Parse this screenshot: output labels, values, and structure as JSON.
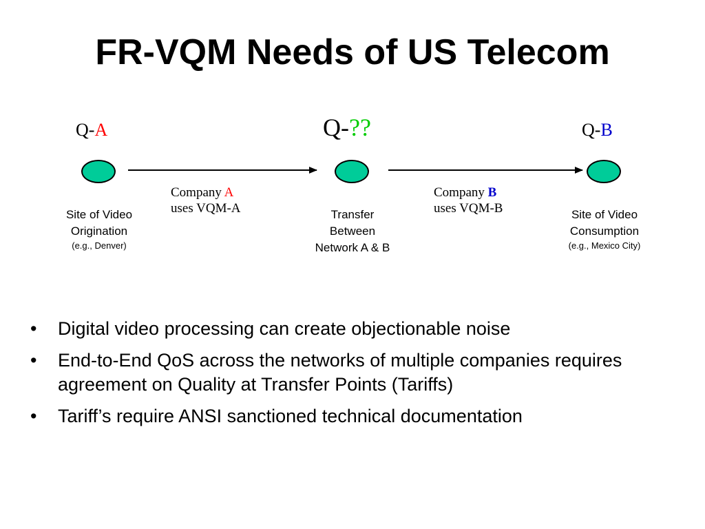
{
  "title": "FR-VQM Needs of US Telecom",
  "colors": {
    "node_fill": "#00cc99",
    "red": "#ff0000",
    "green": "#00cc00",
    "blue": "#0000cc"
  },
  "diagram": {
    "q_a": {
      "prefix": "Q-",
      "suffix": "A"
    },
    "q_mid": {
      "prefix": "Q-",
      "suffix": "??"
    },
    "q_b": {
      "prefix": "Q-",
      "suffix": "B"
    },
    "company_a": {
      "prefix": "Company ",
      "letter": "A",
      "line2": "uses VQM-A"
    },
    "company_b": {
      "prefix": "Company ",
      "letter": "B",
      "line2": "uses VQM-B"
    },
    "site_origin": {
      "line1": "Site of Video",
      "line2": "Origination",
      "line3": "(e.g., Denver)"
    },
    "site_transfer": {
      "line1": "Transfer",
      "line2": "Between",
      "line3": "Network A & B"
    },
    "site_consumption": {
      "line1": "Site of Video",
      "line2": "Consumption",
      "line3": "(e.g., Mexico City)"
    }
  },
  "bullets": {
    "marker": "•",
    "items": [
      "Digital video processing can create objectionable noise",
      "End-to-End QoS across the networks of multiple companies requires agreement on Quality at Transfer Points (Tariffs)",
      "Tariff’s require ANSI sanctioned technical documentation"
    ]
  }
}
